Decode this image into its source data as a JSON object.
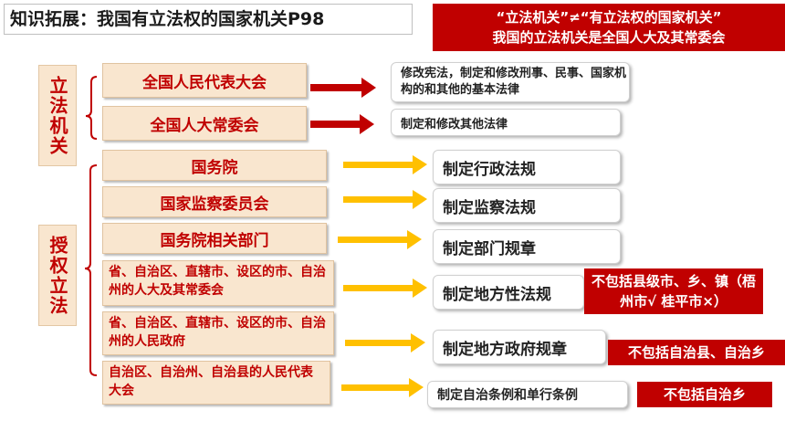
{
  "title": "知识拓展：我国有立法权的国家机关P98",
  "note": {
    "line1": "“立法机关”≠“有立法权的国家机关”",
    "line2": "我国的立法机关是全国人大及其常委会"
  },
  "group_legislative": "立法机关",
  "group_authorized": "授权立法",
  "legislative": [
    {
      "body": "全国人民代表大会",
      "result": "修改宪法，制定和修改刑事、民事、国家机构的和其他的基本法律"
    },
    {
      "body": "全国人大常委会",
      "result": "制定和修改其他法律"
    }
  ],
  "authorized": [
    {
      "body": "国务院",
      "result": "制定行政法规"
    },
    {
      "body": "国家监察委员会",
      "result": "制定监察法规"
    },
    {
      "body": "国务院相关部门",
      "result": "制定部门规章"
    },
    {
      "body": "省、自治区、直辖市、设区的市、自治州的人大及其常委会",
      "result": "制定地方性法规"
    },
    {
      "body": "省、自治区、直辖市、设区的市、自治州的人民政府",
      "result": "制定地方政府规章"
    },
    {
      "body": "自治区、自治州、自治县的人民代表大会",
      "result": "制定自治条例和单行条例"
    }
  ],
  "notes": {
    "local_regulations": "不包括县级市、乡、镇（梧州市√ 桂平市×）",
    "gov_rules": "不包括自治县、自治乡",
    "autonomous": "不包括自治乡"
  },
  "colors": {
    "red": "#c00000",
    "yellow": "#ffc000",
    "box": "#f9e6cf"
  }
}
